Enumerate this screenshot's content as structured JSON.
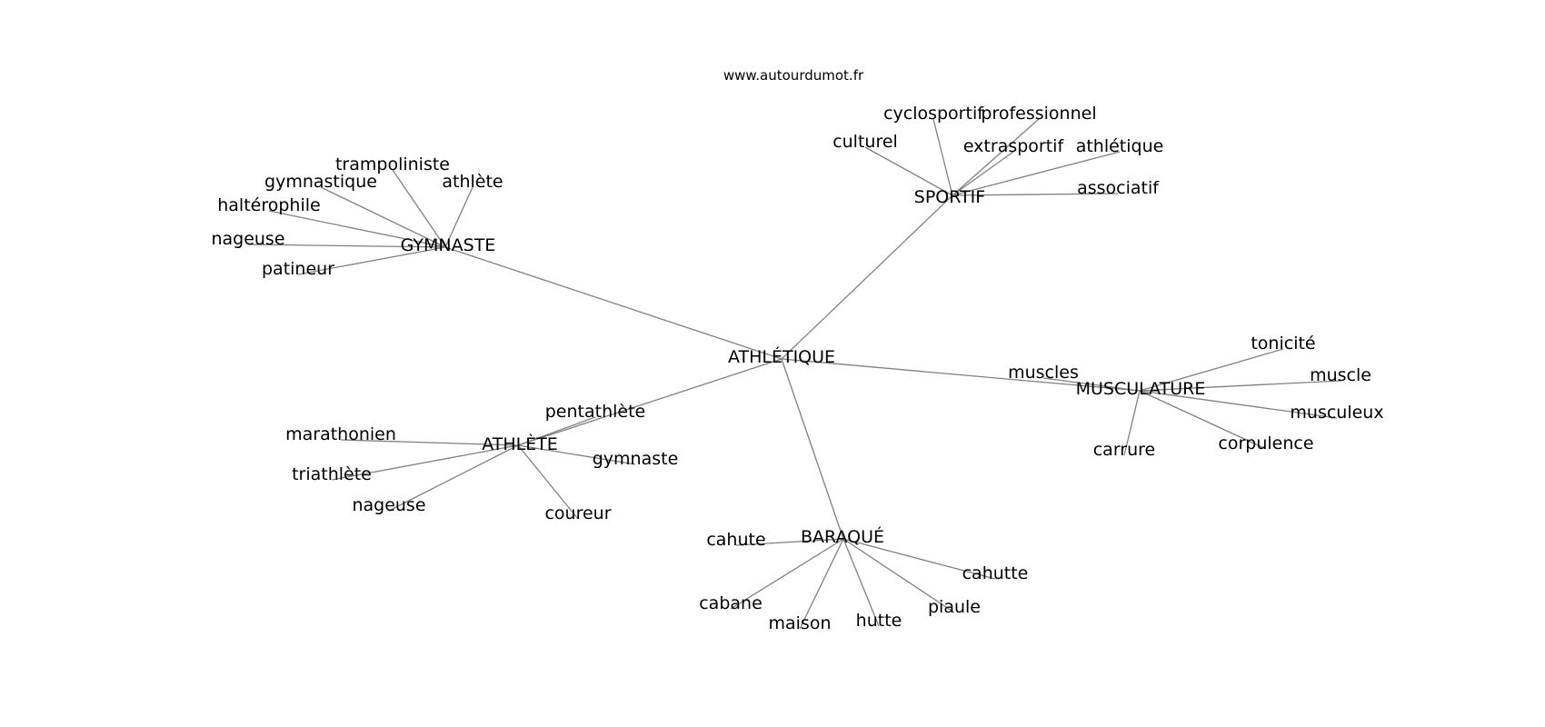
{
  "site": "www.autourdumot.fr",
  "graph": {
    "center": "ATHLÉTIQUE",
    "groups": [
      {
        "hub": "SPORTIF",
        "words": [
          "culturel",
          "cyclosportif",
          "professionnel",
          "extrasportif",
          "athlétique",
          "associatif"
        ]
      },
      {
        "hub": "GYMNASTE",
        "words": [
          "trampoliniste",
          "gymnastique",
          "athlète",
          "haltérophile",
          "nageuse",
          "patineur"
        ]
      },
      {
        "hub": "MUSCULATURE",
        "words": [
          "muscles",
          "tonicité",
          "muscle",
          "musculeux",
          "corpulence",
          "carrure"
        ]
      },
      {
        "hub": "ATHLÈTE",
        "words": [
          "pentathlète",
          "marathonien",
          "triathlète",
          "nageuse",
          "coureur",
          "gymnaste"
        ]
      },
      {
        "hub": "BARAQUÉ",
        "words": [
          "cahute",
          "cabane",
          "maison",
          "hutte",
          "piaule",
          "cahutte"
        ]
      }
    ]
  }
}
